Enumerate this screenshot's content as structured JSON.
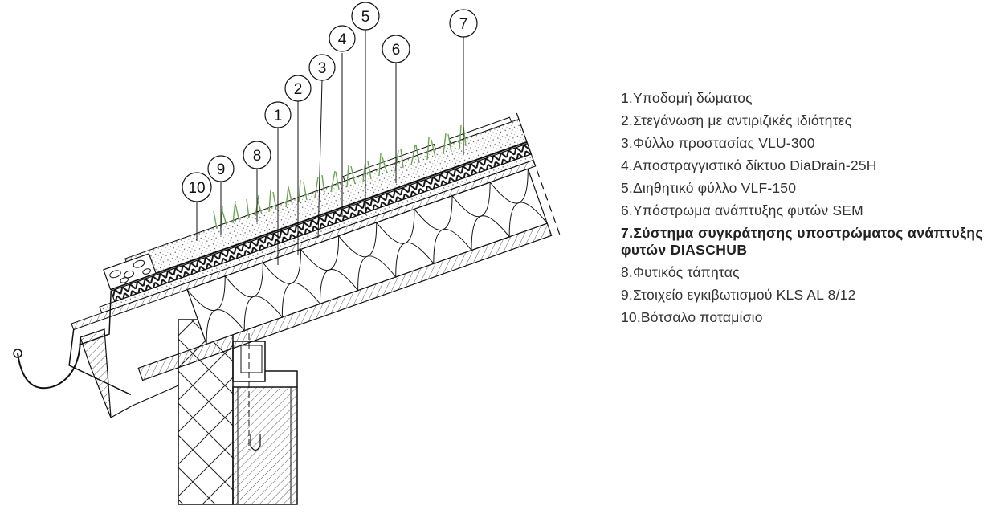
{
  "callouts": [
    "1",
    "2",
    "3",
    "4",
    "5",
    "6",
    "7",
    "8",
    "9",
    "10"
  ],
  "legend": [
    {
      "text": "1.Υποδομή δώματος",
      "bold": false
    },
    {
      "text": "2.Στεγάνωση με αντιριζικές ιδιότητες",
      "bold": false
    },
    {
      "text": "3.Φύλλο προστασίας VLU-300",
      "bold": false
    },
    {
      "text": "4.Αποστραγγιστικό δίκτυο DiaDrain-25H",
      "bold": false
    },
    {
      "text": "5.Διηθητικό φύλλο VLF-150",
      "bold": false
    },
    {
      "text": "6.Υπόστρωμα ανάπτυξης φυτών SEM",
      "bold": false
    },
    {
      "text": "7.Σύστημα συγκράτησης υποστρώματος ανάπτυξης φυτών DIASCHUB",
      "bold": true
    },
    {
      "text": "8.Φυτικός τάπητας",
      "bold": false
    },
    {
      "text": "9.Στοιχείο εγκιβωτισμού KLS AL 8/12",
      "bold": false
    },
    {
      "text": "10.Βότσαλο ποταμίσιο",
      "bold": false
    }
  ],
  "colors": {
    "line": "#1a1a1a",
    "plant": "#6aa84f",
    "text": "#333333"
  }
}
